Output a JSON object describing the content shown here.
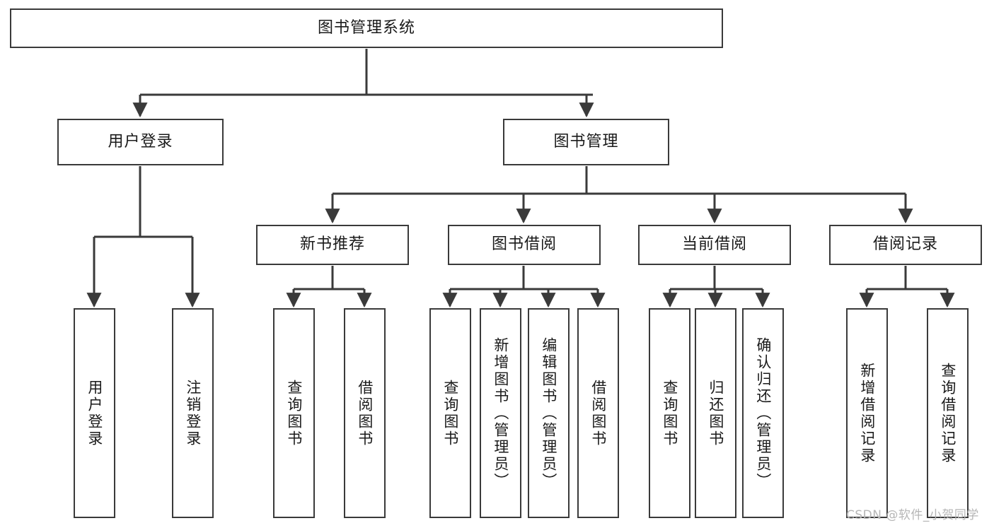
{
  "diagram": {
    "title": "图书管理系统",
    "type": "tree-hierarchy-diagram",
    "root": {
      "label": "图书管理系统"
    },
    "level2": [
      {
        "label": "用户登录"
      },
      {
        "label": "图书管理"
      }
    ],
    "level3": [
      {
        "label": "新书推荐"
      },
      {
        "label": "图书借阅"
      },
      {
        "label": "当前借阅"
      },
      {
        "label": "借阅记录"
      }
    ],
    "leaves": {
      "user_login": [
        {
          "label": "用户登录"
        },
        {
          "label": "注销登录"
        }
      ],
      "new_book_recommend": [
        {
          "label": "查询图书"
        },
        {
          "label": "借阅图书"
        }
      ],
      "book_borrow": [
        {
          "label": "查询图书"
        },
        {
          "label": "新增图书（管理员）"
        },
        {
          "label": "编辑图书（管理员）"
        },
        {
          "label": "借阅图书"
        }
      ],
      "current_borrow": [
        {
          "label": "查询图书"
        },
        {
          "label": "归还图书"
        },
        {
          "label": "确认归还（管理员）"
        }
      ],
      "borrow_record": [
        {
          "label": "新增借阅记录"
        },
        {
          "label": "查询借阅记录"
        }
      ]
    },
    "watermark": "CSDN @软件_小贺同学",
    "colors": {
      "stroke": "#3a3a3a",
      "text": "#1a1a1a",
      "background": "#ffffff",
      "watermark": "#b6b6b6"
    }
  }
}
